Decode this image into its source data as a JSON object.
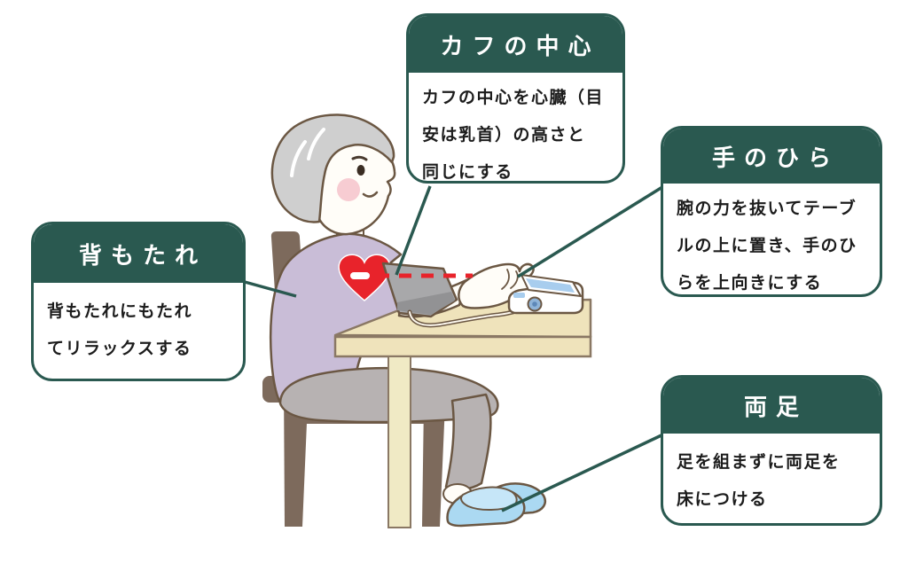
{
  "page": {
    "background": "#ffffff",
    "accent_teal": "#2a5950",
    "text_color": "#1c1c1c"
  },
  "callouts": {
    "cuff_center": {
      "title": "カフの中心",
      "body": "カフの中心を心臓（目\n安は乳首）の高さと\n同じにする"
    },
    "palm": {
      "title": "手のひら",
      "body": "腕の力を抜いてテーブ\nルの上に置き、手のひ\nらを上向きにする"
    },
    "backrest": {
      "title": "背もたれ",
      "body": "背もたれにもたれ\nてリラックスする"
    },
    "both_feet": {
      "title": "両足",
      "body": "足を組まずに両足を\n床につける"
    }
  },
  "illustration": {
    "scene": "seated-elderly-person-measuring-blood-pressure-at-table",
    "colors": {
      "connector_teal": "#2a5950",
      "heart_red": "#e8232b",
      "outline_brown": "#6b5743",
      "chair_brown": "#7d6a5c",
      "table_tan": "#efe3bb",
      "table_leg_cream": "#f0eac5",
      "shirt_purple": "#c9bdd7",
      "pants_gray": "#b7b2b2",
      "hair_gray": "#cfcfcf",
      "skin_white": "#fffdf8",
      "cheek_pink": "#f7ccd2",
      "slipper_blue": "#abd9f2",
      "slipper_blue_light": "#c6e6f8",
      "cuff_gray": "#a8a8aa",
      "cuff_gray_dark": "#929294",
      "monitor_white": "#ffffff",
      "monitor_screen_blue": "#a8cdee",
      "monitor_knob_blue": "#8fb4d8"
    }
  }
}
